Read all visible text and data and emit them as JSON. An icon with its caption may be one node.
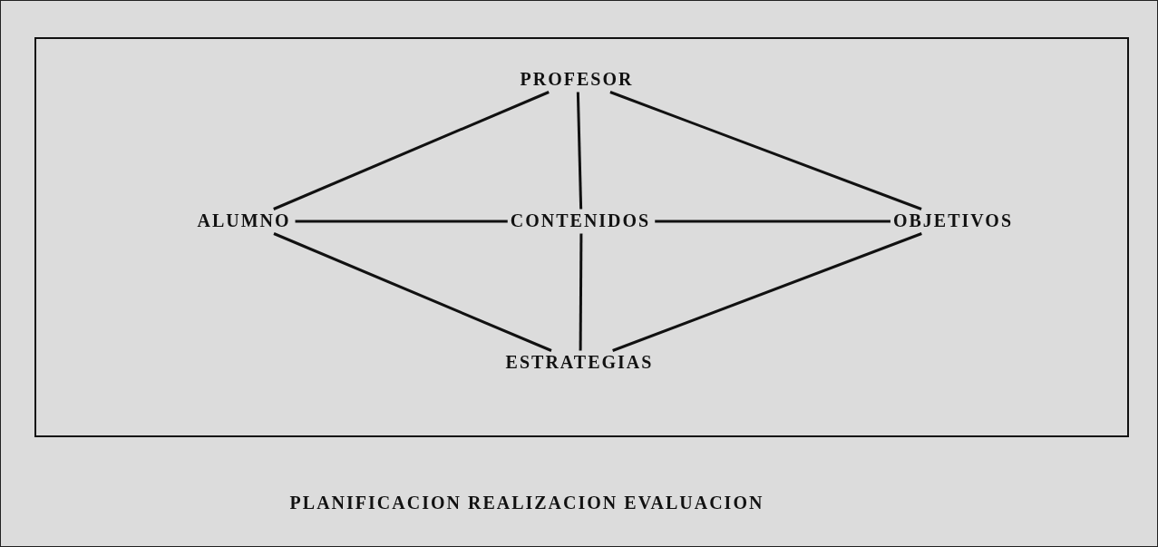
{
  "diagram": {
    "caption": "PLANIFICACION REALIZACION EVALUACION",
    "nodes": [
      {
        "text": [],
        "shape": "box"
      },
      {
        "text": [
          "PROFESOR"
        ],
        "in": 0
      },
      {
        "text": [
          "ALUMNO"
        ],
        "in": 0
      },
      {
        "text": [
          "CONTENIDOS"
        ],
        "in": 0
      },
      {
        "text": [
          "OBJETIVOS"
        ],
        "in": 0
      },
      {
        "text": [
          "ESTRATEGIAS"
        ],
        "in": 0
      }
    ],
    "edges": [
      {
        "from": 1,
        "to": 2,
        "arrow": "none"
      },
      {
        "from": 1,
        "to": 3,
        "arrow": "none"
      },
      {
        "from": 1,
        "to": 4,
        "arrow": "none"
      },
      {
        "from": 2,
        "to": 3,
        "arrow": "none"
      },
      {
        "from": 3,
        "to": 4,
        "arrow": "none"
      },
      {
        "from": 3,
        "to": 5,
        "arrow": "none"
      },
      {
        "from": 5,
        "to": 2,
        "arrow": "none"
      },
      {
        "from": 5,
        "to": 4,
        "arrow": "none"
      }
    ]
  }
}
